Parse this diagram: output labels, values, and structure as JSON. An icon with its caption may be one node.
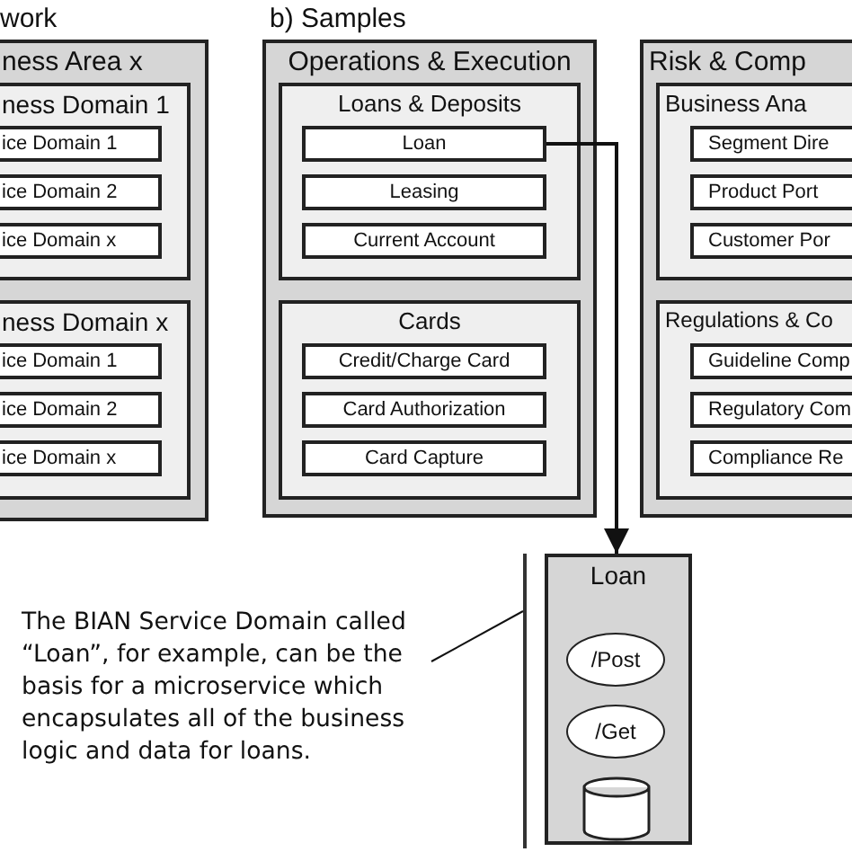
{
  "diagram": {
    "nodes": [
      {
        "text": [
          "ness Area x"
        ]
      },
      {
        "text": [
          "ness Domain 1"
        ],
        "in": 0
      },
      {
        "text": [
          "ice Domain 1"
        ],
        "in": 1
      },
      {
        "text": [
          "ice Domain 2"
        ],
        "in": 1
      },
      {
        "text": [
          "ice Domain x"
        ],
        "in": 1
      },
      {
        "text": [
          "ness Domain x"
        ],
        "in": 0
      },
      {
        "text": [
          "ice Domain 1"
        ],
        "in": 5
      },
      {
        "text": [
          "ice Domain 2"
        ],
        "in": 5
      },
      {
        "text": [
          "ice Domain x"
        ],
        "in": 5
      },
      {
        "text": [
          "Operations & Execution"
        ]
      },
      {
        "text": [
          "Loans & Deposits"
        ],
        "in": 9
      },
      {
        "text": [
          "Loan"
        ],
        "in": 10
      },
      {
        "text": [
          "Leasing"
        ],
        "in": 10
      },
      {
        "text": [
          "Current Account"
        ],
        "in": 10
      },
      {
        "text": [
          "Cards"
        ],
        "in": 9
      },
      {
        "text": [
          "Credit/Charge Card"
        ],
        "in": 14
      },
      {
        "text": [
          "Card Authorization"
        ],
        "in": 14
      },
      {
        "text": [
          "Card Capture"
        ],
        "in": 14
      },
      {
        "text": [
          "Risk & Comp"
        ]
      },
      {
        "text": [
          "Business Ana"
        ],
        "in": 18
      },
      {
        "text": [
          "Segment Dire"
        ],
        "in": 19
      },
      {
        "text": [
          "Product Port"
        ],
        "in": 19
      },
      {
        "text": [
          "Customer Por"
        ],
        "in": 19
      },
      {
        "text": [
          "Regulations & Co"
        ],
        "in": 18
      },
      {
        "text": [
          "Guideline Comp"
        ],
        "in": 23
      },
      {
        "text": [
          "Regulatory Com"
        ],
        "in": 23
      },
      {
        "text": [
          "Compliance Re"
        ],
        "in": 23
      },
      {
        "text": [
          "Loan"
        ]
      },
      {
        "text": [
          "/Post"
        ],
        "in": 27
      },
      {
        "text": [
          "/Get"
        ],
        "in": 27
      },
      {
        "text": [],
        "shape": "cylinder",
        "in": 27
      },
      {
        "text": [
          "The BIAN Service Domain called “Loan”, for example, can be the basis for a microservice which encapsulates all of the business logic and data for loans."
        ]
      },
      {
        "text": [],
        "shape": "bar"
      }
    ],
    "edges": [
      {
        "from": 11,
        "to": 27,
        "arrow": "to"
      },
      {
        "from": 31,
        "to": 32,
        "arrow": "none"
      }
    ],
    "labels": [
      "work",
      "b) Samples"
    ]
  }
}
